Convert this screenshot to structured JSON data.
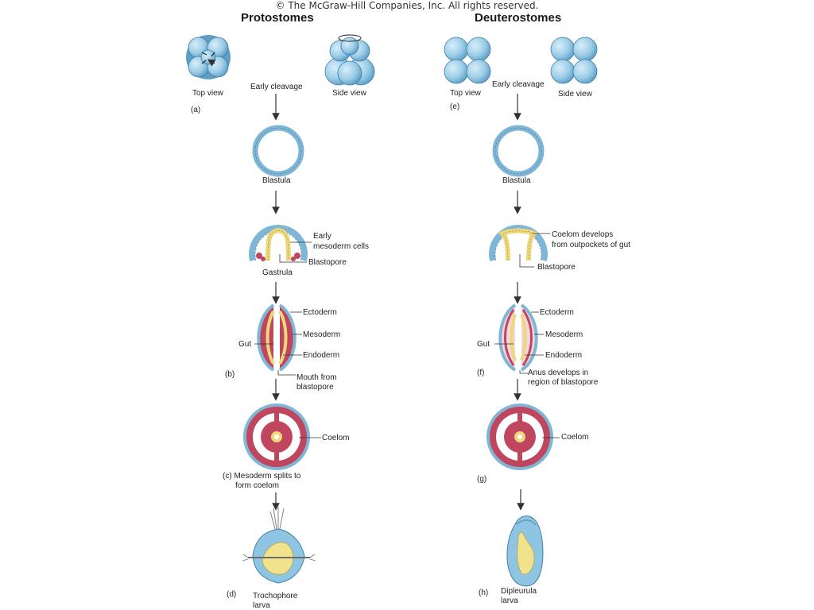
{
  "copyright": "© The McGraw-Hill Companies, Inc. All rights reserved.",
  "protostomes": {
    "heading": "Protostomes",
    "top_view": "Top view",
    "side_view": "Side view",
    "early_cleavage": "Early cleavage",
    "panel_a": "(a)",
    "blastula": "Blastula",
    "early_mesoderm": [
      "Early",
      "mesoderm cells"
    ],
    "blastopore": "Blastopore",
    "gastrula": "Gastrula",
    "ectoderm": "Ectoderm",
    "mesoderm": "Mesoderm",
    "gut": "Gut",
    "endoderm": "Endoderm",
    "panel_b": "(b)",
    "mouth": [
      "Mouth from",
      "blastopore"
    ],
    "coelom": "Coelom",
    "panel_c": [
      "(c) Mesoderm splits to",
      "form coelom"
    ],
    "panel_d": "(d)",
    "larva": [
      "Trochophore",
      "larva"
    ]
  },
  "deuterostomes": {
    "heading": "Deuterostomes",
    "top_view": "Top view",
    "side_view": "Side view",
    "early_cleavage": "Early cleavage",
    "panel_e": "(e)",
    "blastula": "Blastula",
    "coelom_develops": [
      "Coelom develops",
      "from outpockets of gut"
    ],
    "blastopore": "Blastopore",
    "ectoderm": "Ectoderm",
    "mesoderm": "Mesoderm",
    "gut": "Gut",
    "endoderm": "Endoderm",
    "panel_f": "(f)",
    "anus": [
      "Anus develops in",
      "region of blastopore"
    ],
    "coelom": "Coelom",
    "panel_g": "(g)",
    "panel_h": "(h)",
    "larva": [
      "Dipleurula",
      "larva"
    ]
  },
  "colors": {
    "cell_blue": "#9ccde6",
    "cell_outline": "#3f7fa6",
    "mesoderm_red": "#c0455e",
    "endoderm_yellow": "#ecd77a",
    "larva_body": "#8ec5e3",
    "larva_gut": "#f1e38c"
  }
}
